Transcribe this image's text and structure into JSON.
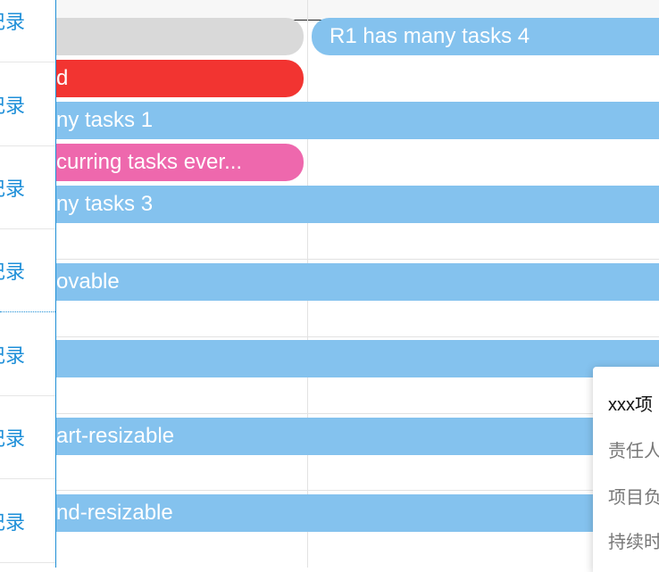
{
  "sidebar": {
    "items": [
      {
        "label": "记录"
      },
      {
        "label": "记录"
      },
      {
        "label": "记录"
      },
      {
        "label": "记录"
      },
      {
        "label": "记录"
      },
      {
        "label": "记录"
      },
      {
        "label": "记录"
      }
    ]
  },
  "events": [
    {
      "label": ""
    },
    {
      "label": "R1 has many tasks 4"
    },
    {
      "label": "d"
    },
    {
      "label": "ny tasks 1"
    },
    {
      "label": "curring tasks ever..."
    },
    {
      "label": "ny tasks 3"
    },
    {
      "label": "ovable"
    },
    {
      "label": ""
    },
    {
      "label": "art-resizable"
    },
    {
      "label": "nd-resizable"
    }
  ],
  "colors": {
    "event_blue": "#84c2ee",
    "event_red": "#f23431",
    "event_pink": "#ee68ad",
    "event_gray": "#d9d9d9",
    "link_blue": "#1e8fd8"
  },
  "popover": {
    "title": "xxx项",
    "lines": [
      "责任人",
      "项目负",
      "持续时"
    ]
  }
}
